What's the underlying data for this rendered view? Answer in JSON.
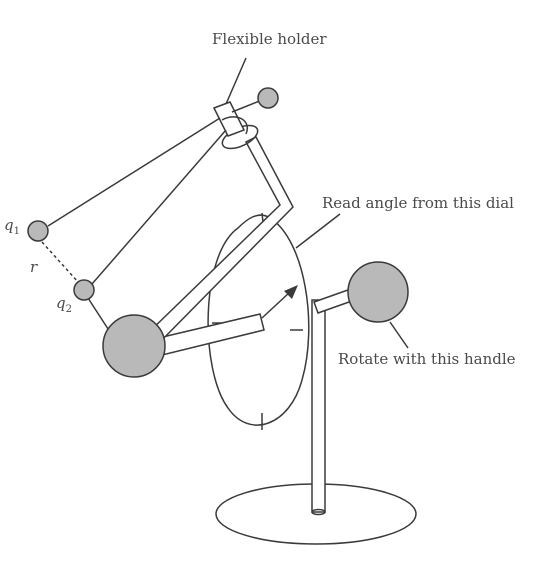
{
  "labels": {
    "flexible_holder": "Flexible holder",
    "read_angle": "Read angle from this dial",
    "rotate_handle": "Rotate with this handle",
    "q1_letter": "q",
    "q1_sub": "1",
    "q2_letter": "q",
    "q2_sub": "2",
    "r": "r"
  },
  "colors": {
    "ink": "#3a3a3a",
    "ball_fill": "#b9b9b9",
    "text": "#4a4a4a"
  }
}
